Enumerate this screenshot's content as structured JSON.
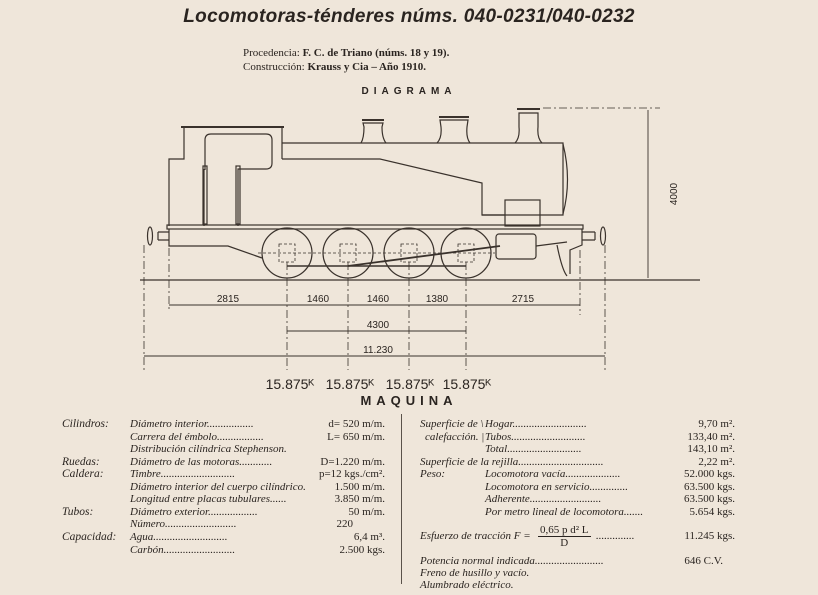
{
  "title": "Locomotoras-ténderes núms. 040-0231/040-0232",
  "procedencia": {
    "label": "Procedencia:",
    "value": "F. C. de Triano (núms. 18 y 19)."
  },
  "construccion": {
    "label": "Construcción:",
    "value": "Krauss y Cia – Año 1910."
  },
  "diagram_heading": "DIAGRAMA",
  "diagram": {
    "height_dim": "4000",
    "wheelbase_dims": [
      "2815",
      "1460",
      "1460",
      "1380",
      "2715"
    ],
    "rigid_wheelbase": "4300",
    "total_length": "11.230",
    "axle_loads": [
      "15.875ᴷ",
      "15.875ᴷ",
      "15.875ᴷ",
      "15.875ᴷ"
    ]
  },
  "machine_heading": "MAQUINA",
  "left_specs": [
    {
      "group": "Cilindros:",
      "item": "Diámetro interior.................",
      "value": "d= 520 m/m."
    },
    {
      "group": "",
      "item": "Carrera del émbolo.................",
      "value": "L= 650 m/m."
    },
    {
      "group": "",
      "item": "Distribución cilíndrica Stephenson.",
      "value": ""
    },
    {
      "group": "Ruedas:",
      "item": "Diámetro de las motoras............",
      "value": "D=1.220 m/m."
    },
    {
      "group": "Caldera:",
      "item": "Timbre...........................",
      "value": "p=12 kgs./cm²."
    },
    {
      "group": "",
      "item": "Diámetro interior del cuerpo cilíndrico.",
      "value": "1.500 m/m."
    },
    {
      "group": "",
      "item": "Longitud entre placas tubulares......",
      "value": "3.850 m/m."
    },
    {
      "group": "Tubos:",
      "item": "Diámetro exterior..................",
      "value": "50 m/m."
    },
    {
      "group": "",
      "item": "Número..........................",
      "value": "220"
    },
    {
      "group": "Capacidad:",
      "item": "Agua...........................",
      "value": "6,4 m³."
    },
    {
      "group": "",
      "item": "Carbón..........................",
      "value": "2.500 kgs."
    }
  ],
  "right_specs": [
    {
      "group": "Superficie de \\",
      "item": "Hogar...........................",
      "value": "9,70 m²."
    },
    {
      "group": "calefacción. |",
      "item": "Tubos...........................",
      "value": "133,40 m²."
    },
    {
      "group": "",
      "item": "Total...........................",
      "value": "143,10 m²."
    },
    {
      "group": "Superficie de la rejilla...............................",
      "item": "",
      "value": "2,22 m²."
    },
    {
      "group": "Peso:",
      "item": "Locomotora vacía....................",
      "value": "52.000 kgs."
    },
    {
      "group": "",
      "item": "Locomotora en servicio..............",
      "value": "63.500 kgs."
    },
    {
      "group": "",
      "item": "Adherente..........................",
      "value": "63.500 kgs."
    },
    {
      "group": "",
      "item": "Por metro lineal de locomotora.......",
      "value": "5.654 kgs."
    }
  ],
  "traction": {
    "label": "Esfuerzo de tracción F =",
    "numerator": "0,65 p d² L",
    "denominator": "D",
    "dots": "..............",
    "value": "11.245 kgs."
  },
  "power": {
    "label": "Potencia normal indicada.........................",
    "value": "646 C.V."
  },
  "notes": [
    "Freno de husillo y vacío.",
    "Alumbrado eléctrico."
  ],
  "colors": {
    "paper": "#efe6da",
    "ink": "#2a2420"
  }
}
